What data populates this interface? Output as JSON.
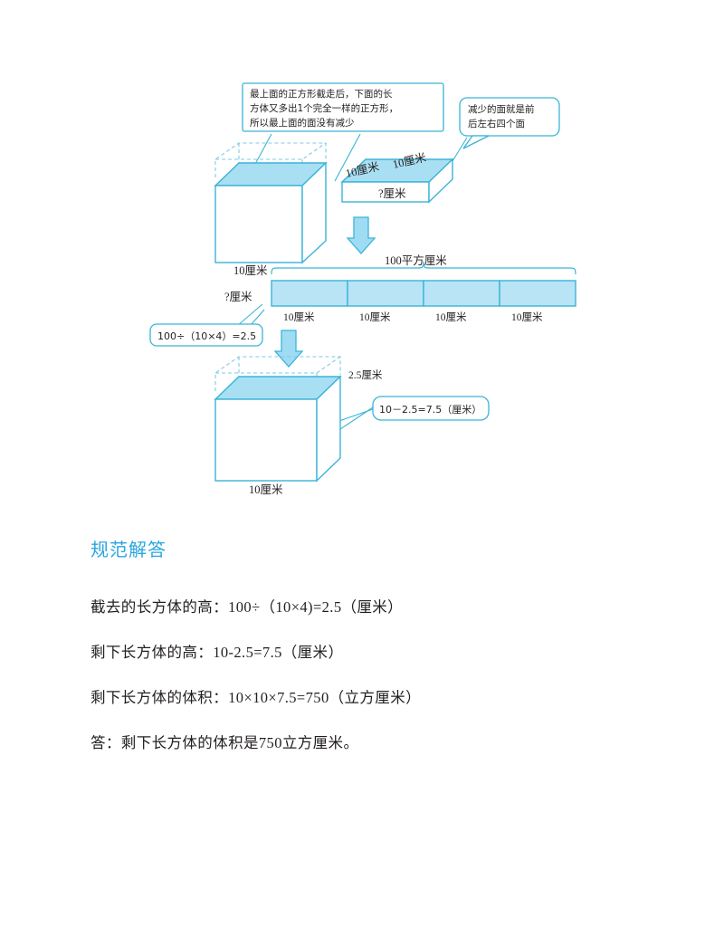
{
  "colors": {
    "stroke": "#3ab4d8",
    "fill_light": "#b8e4f5",
    "fill_face": "#a9dff3",
    "dashed": "#7ec9e6",
    "heading": "#29a5e0",
    "text": "#231f20"
  },
  "figure": {
    "callouts": [
      {
        "id": "callout-top-face",
        "shape": "rounded-rect",
        "lines": [
          "最上面的正方形截走后，下面的长",
          "方体又多出1个完全一样的正方形，",
          "所以最上面的面没有减少"
        ]
      },
      {
        "id": "callout-reduced-faces",
        "shape": "speech-bubble",
        "lines": [
          "减少的面就是前",
          "后左右四个面"
        ]
      },
      {
        "id": "callout-height-formula",
        "shape": "speech-bubble",
        "lines": [
          "100÷（10×4）=2.5"
        ]
      },
      {
        "id": "callout-remaining-height",
        "shape": "speech-bubble",
        "lines": [
          "10－2.5=7.5（厘米）"
        ]
      }
    ],
    "cube_top": {
      "id": "original-cube",
      "bottom_label": "10厘米"
    },
    "slab": {
      "id": "cut-slab",
      "top_label_left": "10厘米",
      "top_label_right": "10厘米",
      "front_label": "?厘米"
    },
    "strip": {
      "id": "unfolded-strip",
      "brace_label": "100平方厘米",
      "left_label": "?厘米",
      "segment_labels": [
        "10厘米",
        "10厘米",
        "10厘米",
        "10厘米"
      ]
    },
    "cube_bottom": {
      "id": "remaining-cube",
      "height_label": "2.5厘米",
      "bottom_label": "10厘米"
    }
  },
  "solution": {
    "heading": "规范解答",
    "lines": [
      "截去的长方体的高：100÷（10×4)=2.5（厘米）",
      "剩下长方体的高：10-2.5=7.5（厘米）",
      "剩下长方体的体积：10×10×7.5=750（立方厘米）",
      "答：剩下长方体的体积是750立方厘米。"
    ]
  }
}
